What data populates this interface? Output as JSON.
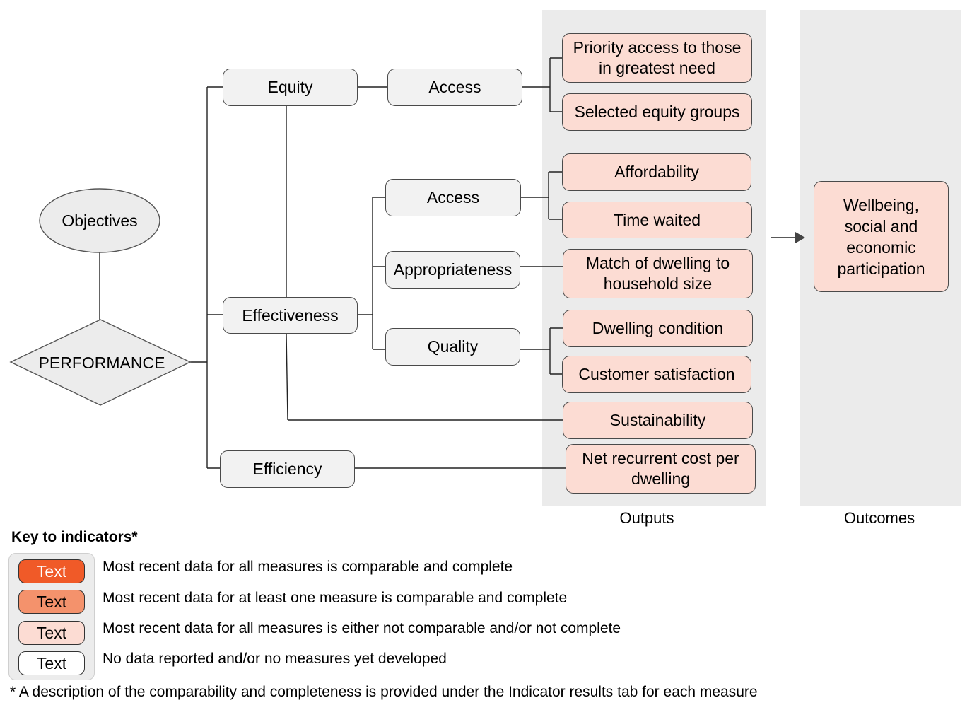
{
  "nodes": {
    "objectives": "Objectives",
    "performance": "PERFORMANCE",
    "equity": "Equity",
    "effectiveness": "Effectiveness",
    "efficiency": "Efficiency",
    "equity_access": "Access",
    "effectiveness_access": "Access",
    "appropriateness": "Appropriateness",
    "quality": "Quality"
  },
  "outputs": {
    "label": "Outputs",
    "priority_access": "Priority access to those in greatest need",
    "selected_equity_groups": "Selected equity groups",
    "affordability": "Affordability",
    "time_waited": "Time waited",
    "match_dwelling": "Match of dwelling to household size",
    "dwelling_condition": "Dwelling condition",
    "customer_satisfaction": "Customer satisfaction",
    "sustainability": "Sustainability",
    "net_recurrent_cost": "Net recurrent cost per dwelling"
  },
  "outcomes": {
    "label": "Outcomes",
    "wellbeing": "Wellbeing, social and economic participation"
  },
  "legend": {
    "title": "Key to indicators*",
    "items": [
      {
        "key": "Text",
        "color": "#f05a28",
        "text_color": "#ffffff",
        "description": "Most recent data for all measures is comparable and complete"
      },
      {
        "key": "Text",
        "color": "#f4926c",
        "text_color": "#000000",
        "description": "Most recent data for at least one measure is comparable and complete"
      },
      {
        "key": "Text",
        "color": "#fcdcd3",
        "text_color": "#000000",
        "description": "Most recent data for all measures is either not comparable and/or not complete"
      },
      {
        "key": "Text",
        "color": "#ffffff",
        "text_color": "#000000",
        "description": "No data reported and/or no measures yet developed"
      }
    ],
    "footnote": "* A description of the comparability and completeness is provided under the Indicator results tab for each measure"
  }
}
